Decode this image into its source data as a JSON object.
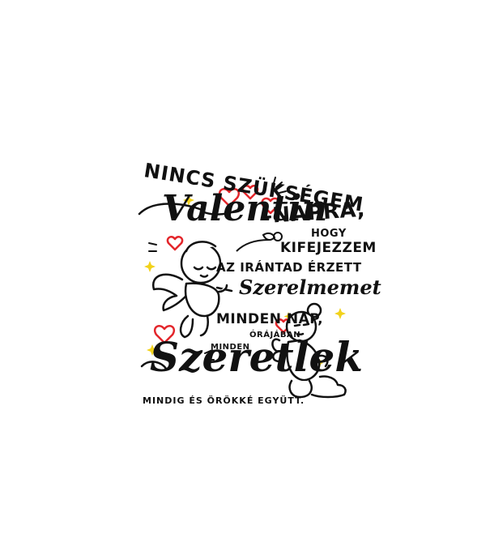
{
  "title": "NINCS SZÜKSÉGEM",
  "valentin": "Valentin",
  "napra": "–NAPRA,",
  "hogy": "HOGY",
  "kifejezzem": "KIFEJEZZEM",
  "irantad": "AZ IRÁNTAD ÉRZETT",
  "szerelmemet": "Szerelmemet",
  "minden_nap": "MINDEN NAP,",
  "orajaban": "ÓRÁJÁBAN",
  "minden": "MINDEN",
  "szeretlek": "Szeretlek",
  "mindig": "MINDIG ÉS ÖRÖKKÉ EGYÜTT.",
  "colors": {
    "ink": "#111111",
    "heart": "#e3262b",
    "star": "#f2d21b"
  }
}
